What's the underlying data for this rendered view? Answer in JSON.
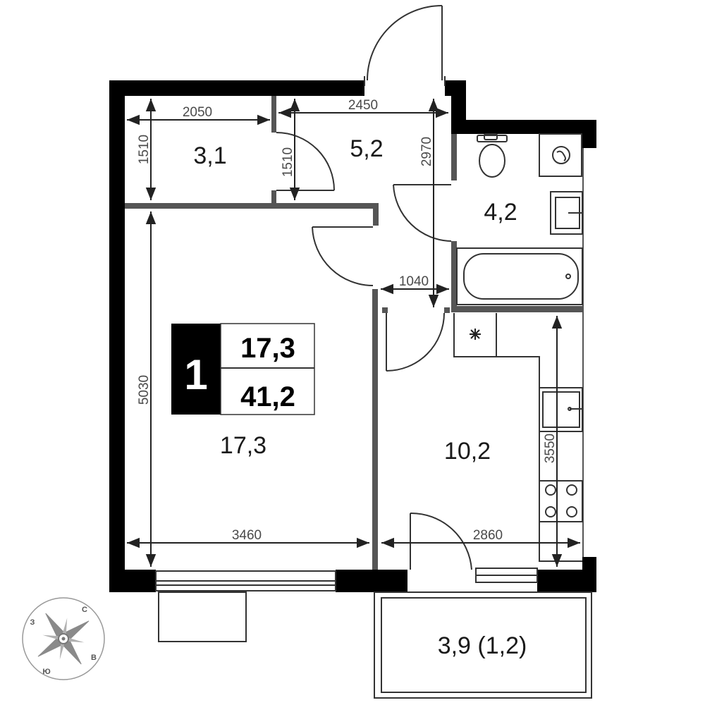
{
  "rooms": {
    "storage": "3,1",
    "hall": "5,2",
    "bathroom": "4,2",
    "living": "17,3",
    "kitchen": "10,2",
    "balcony": "3,9 (1,2)"
  },
  "dimensions": {
    "storage_width": "2050",
    "storage_depth": "1510",
    "hall_depth": "1510",
    "hall_width": "2450",
    "hall_length": "2970",
    "passage_width": "1040",
    "living_depth": "5030",
    "living_width": "3460",
    "kitchen_width": "2860",
    "kitchen_depth": "3550"
  },
  "badge": {
    "rooms_count": "1",
    "living_area": "17,3",
    "total_area": "41,2"
  },
  "compass": {
    "north": "С",
    "south": "Ю",
    "east": "В",
    "west": "З"
  },
  "colors": {
    "wall": "#000000",
    "partition": "#555555",
    "line": "#333333"
  }
}
